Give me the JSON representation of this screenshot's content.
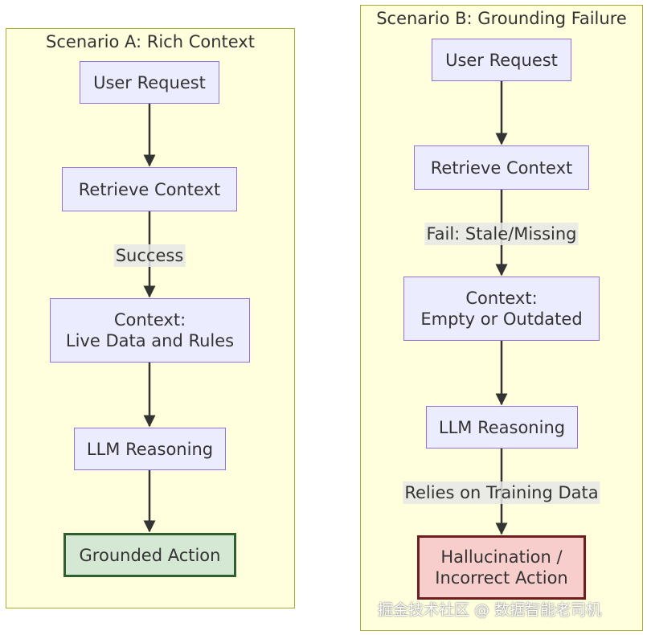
{
  "scenario_a": {
    "title": "Scenario A: Rich Context",
    "nodes": {
      "user_request": "User Request",
      "retrieve_context": "Retrieve Context",
      "context": "Context:\nLive Data and Rules",
      "llm_reasoning": "LLM Reasoning",
      "grounded_action": "Grounded Action"
    },
    "edge_labels": {
      "retrieve_to_context": "Success"
    }
  },
  "scenario_b": {
    "title": "Scenario B: Grounding Failure",
    "nodes": {
      "user_request": "User Request",
      "retrieve_context": "Retrieve Context",
      "context": "Context:\nEmpty or Outdated",
      "llm_reasoning": "LLM Reasoning",
      "hallucination": "Hallucination /\nIncorrect Action"
    },
    "edge_labels": {
      "retrieve_to_context": "Fail: Stale/Missing",
      "llm_to_hallucination": "Relies on Training Data"
    }
  },
  "colors": {
    "cluster_fill": "#ffffde",
    "cluster_border": "#aaaa33",
    "node_fill": "#ececff",
    "node_border": "#9370db",
    "success_fill": "#d5e8d4",
    "failure_fill": "#f8cecc",
    "edge": "#333333"
  },
  "watermark": "掘金技术社区 @ 数据智能老司机"
}
